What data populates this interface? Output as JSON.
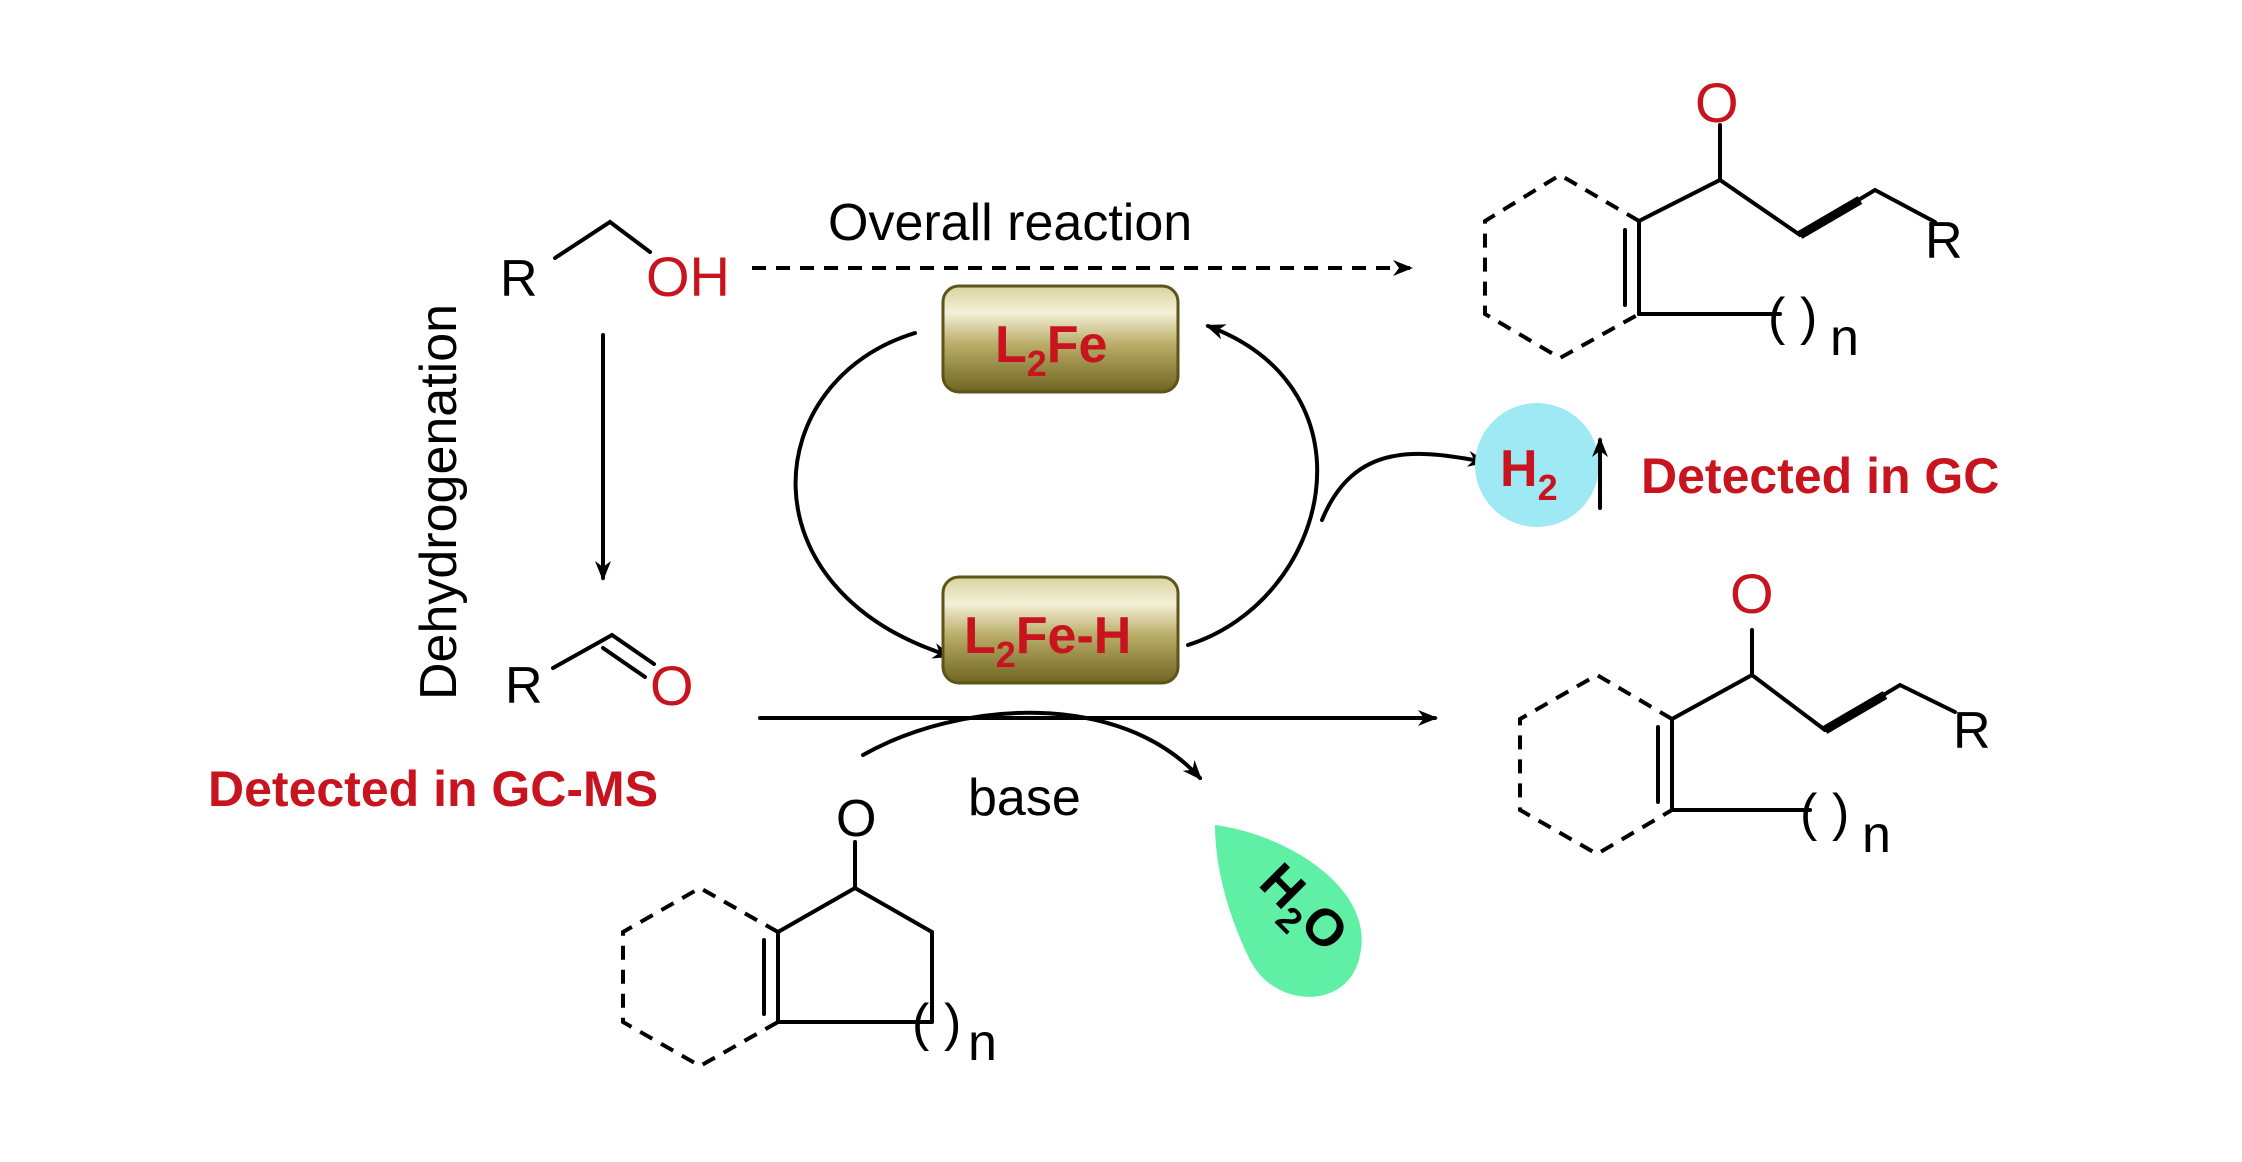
{
  "labels": {
    "overall_reaction": "Overall reaction",
    "dehydrogenation": "Dehydrogenation",
    "base": "base",
    "detected_gc": "Detected in GC",
    "detected_gcms": "Detected in GC-MS",
    "r": "R",
    "oh": "OH",
    "o": "O",
    "n": "n",
    "paren": ")"
  },
  "catalysts": {
    "fe": {
      "main": "L",
      "sub": "2",
      "tail": "Fe"
    },
    "feh": {
      "main": "L",
      "sub": "2",
      "tail": "Fe-H"
    }
  },
  "byproducts": {
    "h2": {
      "main": "H",
      "sub": "2"
    },
    "h2o": {
      "main": "H",
      "sub": "2",
      "tail": "O"
    }
  },
  "colors": {
    "red": "#c8141e",
    "catalyst_box": "#8a7f2c",
    "h2_bubble": "#9fe9f4",
    "h2o_drop": "#5ff0a6"
  }
}
